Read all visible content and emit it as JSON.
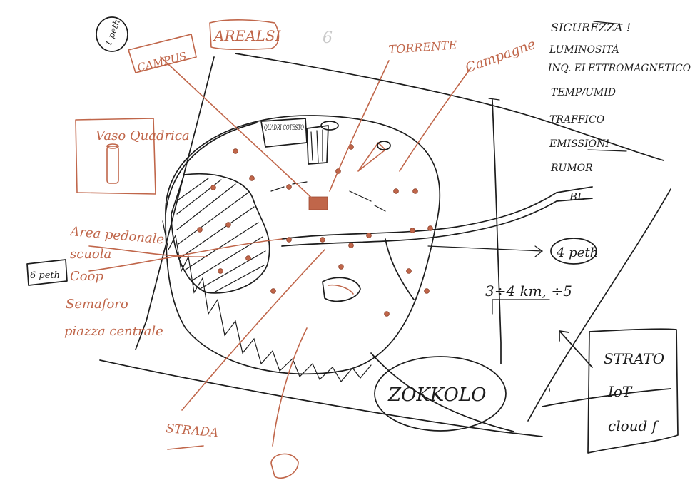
{
  "colors": {
    "ink": "#1c1c1c",
    "accent": "#c0664a",
    "faint": "#c8c8c8",
    "paper": "#ffffff"
  },
  "labels": {
    "page_number": "6",
    "pedestrian_count_top": "1 peth",
    "campus": "CAMPUS",
    "arealsi": "AREALSI",
    "torrente": "TORRENTE",
    "campagne": "Campagne",
    "vaso_quadrica": "Vaso Quadrica",
    "quadri_cotesto": "QUADRI COTESTO",
    "area_pedonale": "Area pedonale",
    "scuola": "scuola",
    "coop": "Coop",
    "semaforo": "Semaforo",
    "piazza_centrale": "piazza centrale",
    "pedestrian_count_left": "6 peth",
    "strada": "STRADA",
    "zoccolo": "ZOKKOLO",
    "pedestrian_count_right": "4 peth",
    "dimension": "3÷4 km, ÷5",
    "bl": "BL",
    "strato": "STRATO",
    "iot": "IoT",
    "cloud": "cloud f"
  },
  "list_items": [
    "SICUREZZA !",
    "LUMINOSITÀ",
    "INQ. ELETTROMAGNETICO",
    "TEMP/UMID",
    "TRAFFICO",
    "EMISSIONI",
    "RUMOR"
  ]
}
